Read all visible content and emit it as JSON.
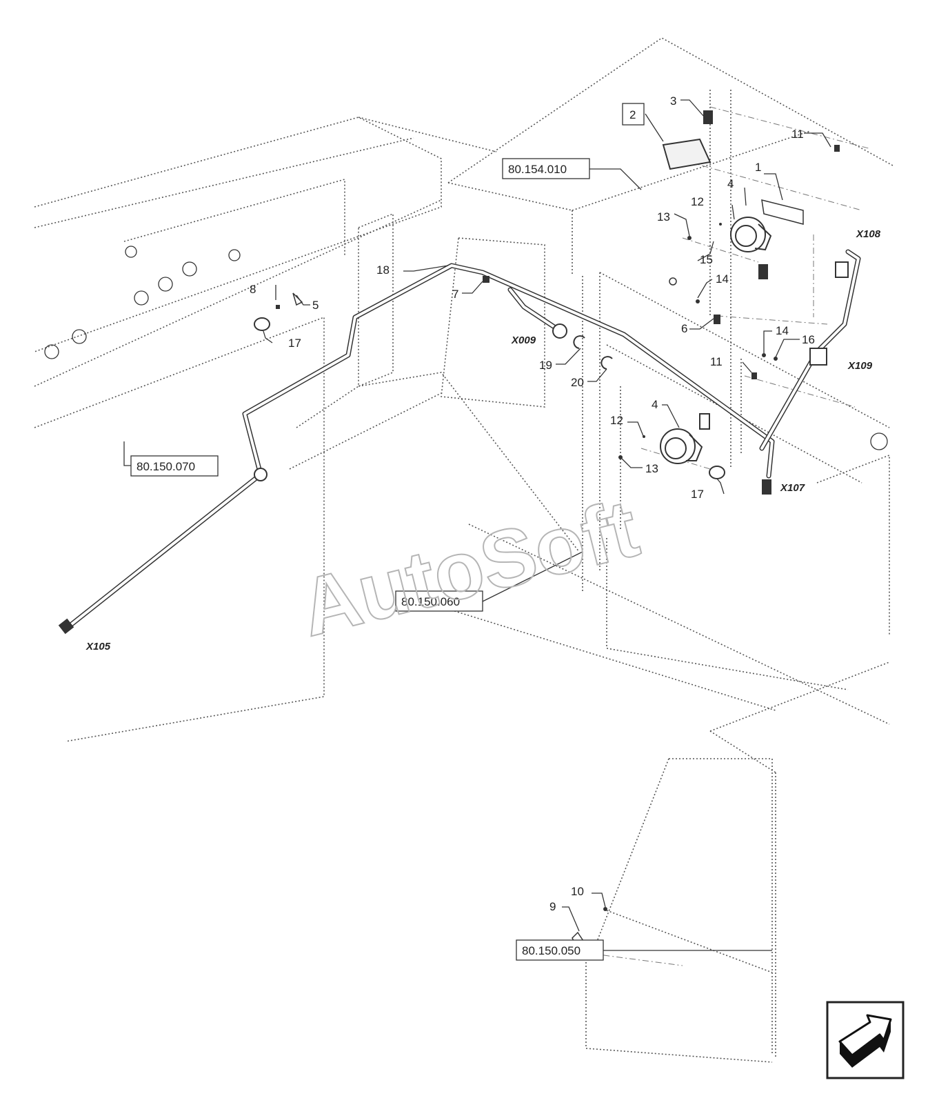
{
  "callouts": {
    "c1": "1",
    "c2": "2",
    "c3": "3",
    "c4a": "4",
    "c4b": "4",
    "c5": "5",
    "c6": "6",
    "c7": "7",
    "c8": "8",
    "c9": "9",
    "c10": "10",
    "c11a": "11",
    "c11b": "11",
    "c12a": "12",
    "c12b": "12",
    "c13a": "13",
    "c13b": "13",
    "c14a": "14",
    "c14b": "14",
    "c15": "15",
    "c16": "16",
    "c17a": "17",
    "c17b": "17",
    "c18": "18",
    "c19": "19",
    "c20": "20"
  },
  "connectors": {
    "x105": "X105",
    "x107": "X107",
    "x108": "X108",
    "x109": "X109",
    "x009": "X009"
  },
  "references": {
    "r154010": "80.154.010",
    "r150070": "80.150.070",
    "r150060": "80.150.060",
    "r150050": "80.150.050"
  },
  "watermark": "AutoSoft",
  "nav_icon": "next-page-arrow-icon"
}
